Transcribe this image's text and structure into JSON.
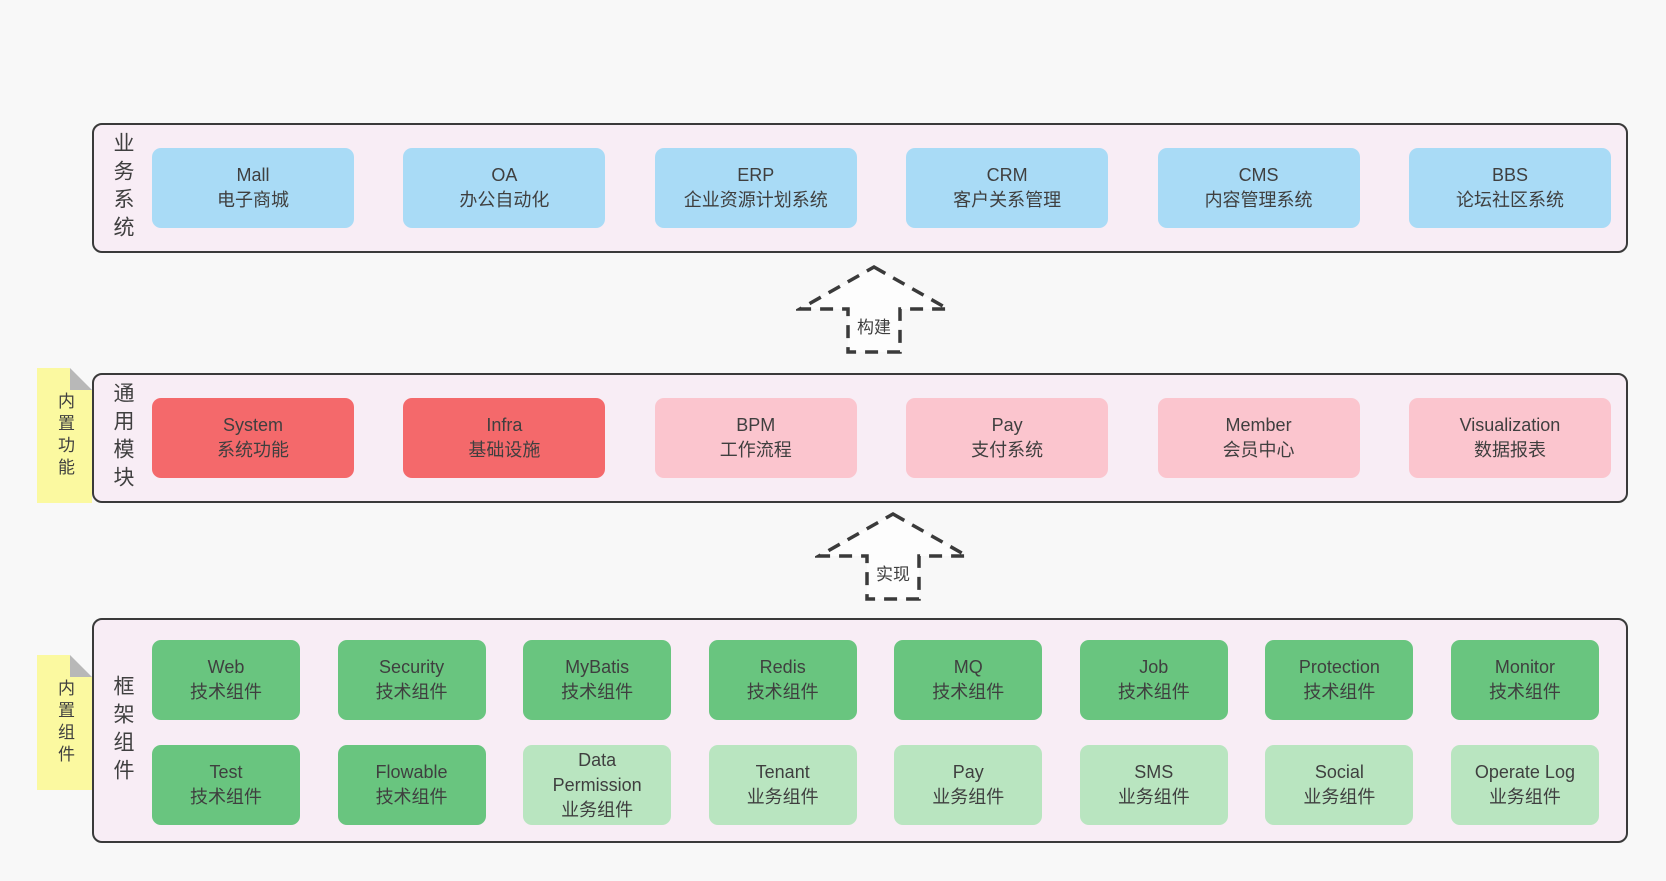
{
  "colors": {
    "page_bg": "#f8f8f8",
    "band_bg": "#f8edf5",
    "band_border": "#3a3a3a",
    "blue": "#a9dbf6",
    "red": "#f4696b",
    "pink": "#fbc5ce",
    "green": "#69c57f",
    "light_green": "#b9e5c0",
    "sticky_yellow": "#fbf9a0",
    "text": "#3f3f3f"
  },
  "bands": [
    {
      "label": "业务系统",
      "boxes": [
        {
          "title": "Mall",
          "subtitle": "电子商城",
          "color": "blue"
        },
        {
          "title": "OA",
          "subtitle": "办公自动化",
          "color": "blue"
        },
        {
          "title": "ERP",
          "subtitle": "企业资源计划系统",
          "color": "blue"
        },
        {
          "title": "CRM",
          "subtitle": "客户关系管理",
          "color": "blue"
        },
        {
          "title": "CMS",
          "subtitle": "内容管理系统",
          "color": "blue"
        },
        {
          "title": "BBS",
          "subtitle": "论坛社区系统",
          "color": "blue"
        }
      ]
    },
    {
      "label": "通用模块",
      "sticky": "内置功能",
      "boxes": [
        {
          "title": "System",
          "subtitle": "系统功能",
          "color": "red"
        },
        {
          "title": "Infra",
          "subtitle": "基础设施",
          "color": "red"
        },
        {
          "title": "BPM",
          "subtitle": "工作流程",
          "color": "pink"
        },
        {
          "title": "Pay",
          "subtitle": "支付系统",
          "color": "pink"
        },
        {
          "title": "Member",
          "subtitle": "会员中心",
          "color": "pink"
        },
        {
          "title": "Visualization",
          "subtitle": "数据报表",
          "color": "pink"
        }
      ]
    },
    {
      "label": "框架组件",
      "sticky": "内置组件",
      "rows": [
        [
          {
            "title": "Web",
            "subtitle": "技术组件",
            "color": "green"
          },
          {
            "title": "Security",
            "subtitle": "技术组件",
            "color": "green"
          },
          {
            "title": "MyBatis",
            "subtitle": "技术组件",
            "color": "green"
          },
          {
            "title": "Redis",
            "subtitle": "技术组件",
            "color": "green"
          },
          {
            "title": "MQ",
            "subtitle": "技术组件",
            "color": "green"
          },
          {
            "title": "Job",
            "subtitle": "技术组件",
            "color": "green"
          },
          {
            "title": "Protection",
            "subtitle": "技术组件",
            "color": "green"
          },
          {
            "title": "Monitor",
            "subtitle": "技术组件",
            "color": "green"
          }
        ],
        [
          {
            "title": "Test",
            "subtitle": "技术组件",
            "color": "green"
          },
          {
            "title": "Flowable",
            "subtitle": "技术组件",
            "color": "green"
          },
          {
            "title": "Data Permission",
            "subtitle": "业务组件",
            "color": "light_green"
          },
          {
            "title": "Tenant",
            "subtitle": "业务组件",
            "color": "light_green"
          },
          {
            "title": "Pay",
            "subtitle": "业务组件",
            "color": "light_green"
          },
          {
            "title": "SMS",
            "subtitle": "业务组件",
            "color": "light_green"
          },
          {
            "title": "Social",
            "subtitle": "业务组件",
            "color": "light_green"
          },
          {
            "title": "Operate Log",
            "subtitle": "业务组件",
            "color": "light_green"
          }
        ]
      ]
    }
  ],
  "arrows": [
    {
      "label": "构建"
    },
    {
      "label": "实现"
    }
  ]
}
